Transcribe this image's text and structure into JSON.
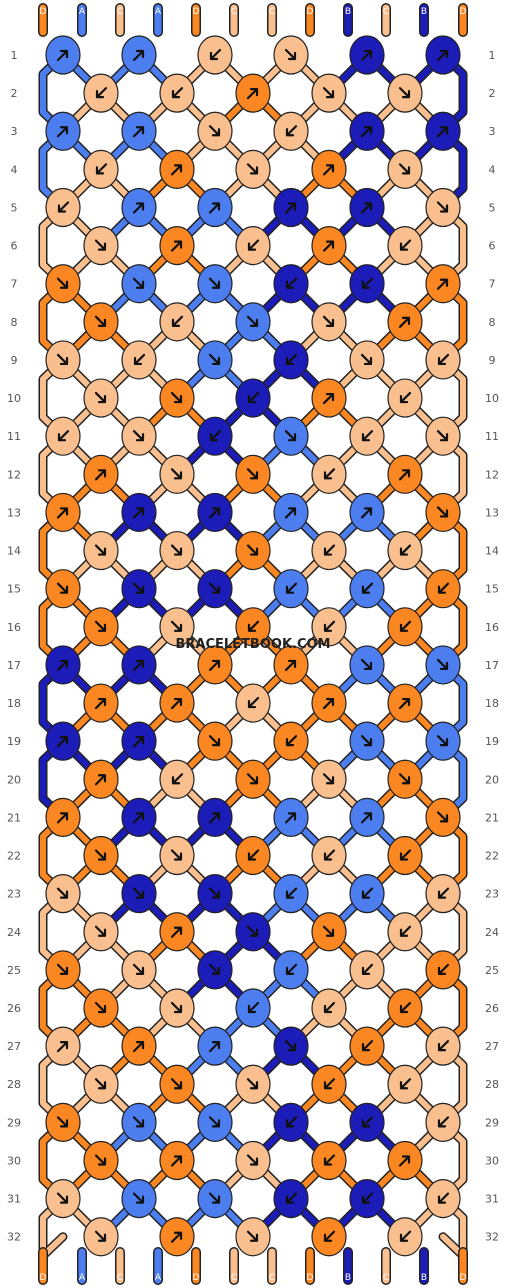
{
  "watermark": "BRACELETBOOK.COM",
  "colors": {
    "A": "#4d7ef0",
    "B": "#1c1cb8",
    "C": "#f9bf8e",
    "D": "#fb8723",
    "outline": "#222222",
    "background": "#ffffff"
  },
  "strings_top": [
    "D",
    "A",
    "C",
    "A",
    "D",
    "C",
    "C",
    "D",
    "B",
    "C",
    "B",
    "D"
  ],
  "strings_bottom": [
    "D",
    "A",
    "C",
    "A",
    "D",
    "C",
    "C",
    "D",
    "B",
    "C",
    "B",
    "D"
  ],
  "rows": [
    {
      "num": "1",
      "knots": [
        {
          "c": "A",
          "a": "ne"
        },
        {
          "c": "A",
          "a": "ne"
        },
        {
          "c": "C",
          "a": "sw"
        },
        {
          "c": "C",
          "a": "se"
        },
        {
          "c": "B",
          "a": "ne"
        },
        {
          "c": "B",
          "a": "ne"
        }
      ]
    },
    {
      "num": "2",
      "knots": [
        {
          "c": "C",
          "a": "sw"
        },
        {
          "c": "C",
          "a": "sw"
        },
        {
          "c": "D",
          "a": "ne"
        },
        {
          "c": "C",
          "a": "se"
        },
        {
          "c": "C",
          "a": "se"
        }
      ]
    },
    {
      "num": "3",
      "knots": [
        {
          "c": "A",
          "a": "ne"
        },
        {
          "c": "A",
          "a": "ne"
        },
        {
          "c": "C",
          "a": "se"
        },
        {
          "c": "C",
          "a": "sw"
        },
        {
          "c": "B",
          "a": "ne"
        },
        {
          "c": "B",
          "a": "ne"
        }
      ]
    },
    {
      "num": "4",
      "knots": [
        {
          "c": "C",
          "a": "sw"
        },
        {
          "c": "D",
          "a": "ne"
        },
        {
          "c": "C",
          "a": "se"
        },
        {
          "c": "D",
          "a": "ne"
        },
        {
          "c": "C",
          "a": "se"
        }
      ]
    },
    {
      "num": "5",
      "knots": [
        {
          "c": "C",
          "a": "sw"
        },
        {
          "c": "A",
          "a": "ne"
        },
        {
          "c": "A",
          "a": "ne"
        },
        {
          "c": "B",
          "a": "ne"
        },
        {
          "c": "B",
          "a": "ne"
        },
        {
          "c": "C",
          "a": "se"
        }
      ]
    },
    {
      "num": "6",
      "knots": [
        {
          "c": "C",
          "a": "se"
        },
        {
          "c": "D",
          "a": "ne"
        },
        {
          "c": "C",
          "a": "sw"
        },
        {
          "c": "D",
          "a": "ne"
        },
        {
          "c": "C",
          "a": "sw"
        }
      ]
    },
    {
      "num": "7",
      "knots": [
        {
          "c": "D",
          "a": "se"
        },
        {
          "c": "A",
          "a": "se"
        },
        {
          "c": "A",
          "a": "se"
        },
        {
          "c": "B",
          "a": "sw"
        },
        {
          "c": "B",
          "a": "sw"
        },
        {
          "c": "D",
          "a": "ne"
        }
      ]
    },
    {
      "num": "8",
      "knots": [
        {
          "c": "D",
          "a": "se"
        },
        {
          "c": "C",
          "a": "sw"
        },
        {
          "c": "A",
          "a": "se"
        },
        {
          "c": "C",
          "a": "se"
        },
        {
          "c": "D",
          "a": "ne"
        }
      ]
    },
    {
      "num": "9",
      "knots": [
        {
          "c": "C",
          "a": "se"
        },
        {
          "c": "C",
          "a": "sw"
        },
        {
          "c": "A",
          "a": "se"
        },
        {
          "c": "B",
          "a": "sw"
        },
        {
          "c": "C",
          "a": "se"
        },
        {
          "c": "C",
          "a": "sw"
        }
      ]
    },
    {
      "num": "10",
      "knots": [
        {
          "c": "C",
          "a": "se"
        },
        {
          "c": "D",
          "a": "se"
        },
        {
          "c": "B",
          "a": "sw"
        },
        {
          "c": "D",
          "a": "ne"
        },
        {
          "c": "C",
          "a": "sw"
        }
      ]
    },
    {
      "num": "11",
      "knots": [
        {
          "c": "C",
          "a": "sw"
        },
        {
          "c": "C",
          "a": "se"
        },
        {
          "c": "B",
          "a": "sw"
        },
        {
          "c": "A",
          "a": "se"
        },
        {
          "c": "C",
          "a": "sw"
        },
        {
          "c": "C",
          "a": "se"
        }
      ]
    },
    {
      "num": "12",
      "knots": [
        {
          "c": "D",
          "a": "ne"
        },
        {
          "c": "C",
          "a": "se"
        },
        {
          "c": "D",
          "a": "se"
        },
        {
          "c": "C",
          "a": "sw"
        },
        {
          "c": "D",
          "a": "ne"
        }
      ]
    },
    {
      "num": "13",
      "knots": [
        {
          "c": "D",
          "a": "ne"
        },
        {
          "c": "B",
          "a": "ne"
        },
        {
          "c": "B",
          "a": "ne"
        },
        {
          "c": "A",
          "a": "ne"
        },
        {
          "c": "A",
          "a": "ne"
        },
        {
          "c": "D",
          "a": "se"
        }
      ]
    },
    {
      "num": "14",
      "knots": [
        {
          "c": "C",
          "a": "se"
        },
        {
          "c": "C",
          "a": "se"
        },
        {
          "c": "D",
          "a": "se"
        },
        {
          "c": "C",
          "a": "sw"
        },
        {
          "c": "C",
          "a": "sw"
        }
      ]
    },
    {
      "num": "15",
      "knots": [
        {
          "c": "D",
          "a": "se"
        },
        {
          "c": "B",
          "a": "se"
        },
        {
          "c": "B",
          "a": "se"
        },
        {
          "c": "A",
          "a": "sw"
        },
        {
          "c": "A",
          "a": "sw"
        },
        {
          "c": "D",
          "a": "sw"
        }
      ]
    },
    {
      "num": "16",
      "knots": [
        {
          "c": "D",
          "a": "se"
        },
        {
          "c": "C",
          "a": "se"
        },
        {
          "c": "D",
          "a": "sw"
        },
        {
          "c": "C",
          "a": "sw"
        },
        {
          "c": "D",
          "a": "sw"
        }
      ]
    },
    {
      "num": "17",
      "knots": [
        {
          "c": "B",
          "a": "ne"
        },
        {
          "c": "B",
          "a": "ne"
        },
        {
          "c": "D",
          "a": "ne"
        },
        {
          "c": "D",
          "a": "ne"
        },
        {
          "c": "A",
          "a": "se"
        },
        {
          "c": "A",
          "a": "se"
        }
      ]
    },
    {
      "num": "18",
      "knots": [
        {
          "c": "D",
          "a": "ne"
        },
        {
          "c": "D",
          "a": "ne"
        },
        {
          "c": "C",
          "a": "sw"
        },
        {
          "c": "D",
          "a": "ne"
        },
        {
          "c": "D",
          "a": "ne"
        }
      ]
    },
    {
      "num": "19",
      "knots": [
        {
          "c": "B",
          "a": "ne"
        },
        {
          "c": "B",
          "a": "ne"
        },
        {
          "c": "D",
          "a": "se"
        },
        {
          "c": "D",
          "a": "sw"
        },
        {
          "c": "A",
          "a": "se"
        },
        {
          "c": "A",
          "a": "se"
        }
      ]
    },
    {
      "num": "20",
      "knots": [
        {
          "c": "D",
          "a": "ne"
        },
        {
          "c": "C",
          "a": "sw"
        },
        {
          "c": "D",
          "a": "se"
        },
        {
          "c": "C",
          "a": "se"
        },
        {
          "c": "D",
          "a": "se"
        }
      ]
    },
    {
      "num": "21",
      "knots": [
        {
          "c": "D",
          "a": "ne"
        },
        {
          "c": "B",
          "a": "ne"
        },
        {
          "c": "B",
          "a": "ne"
        },
        {
          "c": "A",
          "a": "ne"
        },
        {
          "c": "A",
          "a": "ne"
        },
        {
          "c": "D",
          "a": "se"
        }
      ]
    },
    {
      "num": "22",
      "knots": [
        {
          "c": "D",
          "a": "se"
        },
        {
          "c": "C",
          "a": "se"
        },
        {
          "c": "D",
          "a": "sw"
        },
        {
          "c": "C",
          "a": "sw"
        },
        {
          "c": "D",
          "a": "sw"
        }
      ]
    },
    {
      "num": "23",
      "knots": [
        {
          "c": "C",
          "a": "se"
        },
        {
          "c": "B",
          "a": "se"
        },
        {
          "c": "B",
          "a": "se"
        },
        {
          "c": "A",
          "a": "sw"
        },
        {
          "c": "A",
          "a": "sw"
        },
        {
          "c": "C",
          "a": "sw"
        }
      ]
    },
    {
      "num": "24",
      "knots": [
        {
          "c": "C",
          "a": "se"
        },
        {
          "c": "D",
          "a": "ne"
        },
        {
          "c": "B",
          "a": "se"
        },
        {
          "c": "D",
          "a": "se"
        },
        {
          "c": "C",
          "a": "sw"
        }
      ]
    },
    {
      "num": "25",
      "knots": [
        {
          "c": "D",
          "a": "se"
        },
        {
          "c": "C",
          "a": "se"
        },
        {
          "c": "B",
          "a": "se"
        },
        {
          "c": "A",
          "a": "sw"
        },
        {
          "c": "C",
          "a": "sw"
        },
        {
          "c": "D",
          "a": "sw"
        }
      ]
    },
    {
      "num": "26",
      "knots": [
        {
          "c": "D",
          "a": "se"
        },
        {
          "c": "C",
          "a": "se"
        },
        {
          "c": "A",
          "a": "sw"
        },
        {
          "c": "C",
          "a": "sw"
        },
        {
          "c": "D",
          "a": "sw"
        }
      ]
    },
    {
      "num": "27",
      "knots": [
        {
          "c": "C",
          "a": "ne"
        },
        {
          "c": "D",
          "a": "ne"
        },
        {
          "c": "A",
          "a": "ne"
        },
        {
          "c": "B",
          "a": "se"
        },
        {
          "c": "D",
          "a": "sw"
        },
        {
          "c": "C",
          "a": "sw"
        }
      ]
    },
    {
      "num": "28",
      "knots": [
        {
          "c": "C",
          "a": "se"
        },
        {
          "c": "D",
          "a": "se"
        },
        {
          "c": "C",
          "a": "se"
        },
        {
          "c": "D",
          "a": "sw"
        },
        {
          "c": "C",
          "a": "sw"
        }
      ]
    },
    {
      "num": "29",
      "knots": [
        {
          "c": "D",
          "a": "se"
        },
        {
          "c": "A",
          "a": "se"
        },
        {
          "c": "A",
          "a": "se"
        },
        {
          "c": "B",
          "a": "sw"
        },
        {
          "c": "B",
          "a": "sw"
        },
        {
          "c": "C",
          "a": "sw"
        }
      ]
    },
    {
      "num": "30",
      "knots": [
        {
          "c": "D",
          "a": "se"
        },
        {
          "c": "D",
          "a": "ne"
        },
        {
          "c": "C",
          "a": "se"
        },
        {
          "c": "D",
          "a": "sw"
        },
        {
          "c": "D",
          "a": "ne"
        }
      ]
    },
    {
      "num": "31",
      "knots": [
        {
          "c": "C",
          "a": "se"
        },
        {
          "c": "A",
          "a": "se"
        },
        {
          "c": "A",
          "a": "se"
        },
        {
          "c": "B",
          "a": "sw"
        },
        {
          "c": "B",
          "a": "sw"
        },
        {
          "c": "C",
          "a": "sw"
        }
      ]
    },
    {
      "num": "32",
      "knots": [
        {
          "c": "C",
          "a": "se"
        },
        {
          "c": "D",
          "a": "ne"
        },
        {
          "c": "C",
          "a": "se"
        },
        {
          "c": "D",
          "a": "sw"
        },
        {
          "c": "C",
          "a": "sw"
        }
      ]
    }
  ]
}
